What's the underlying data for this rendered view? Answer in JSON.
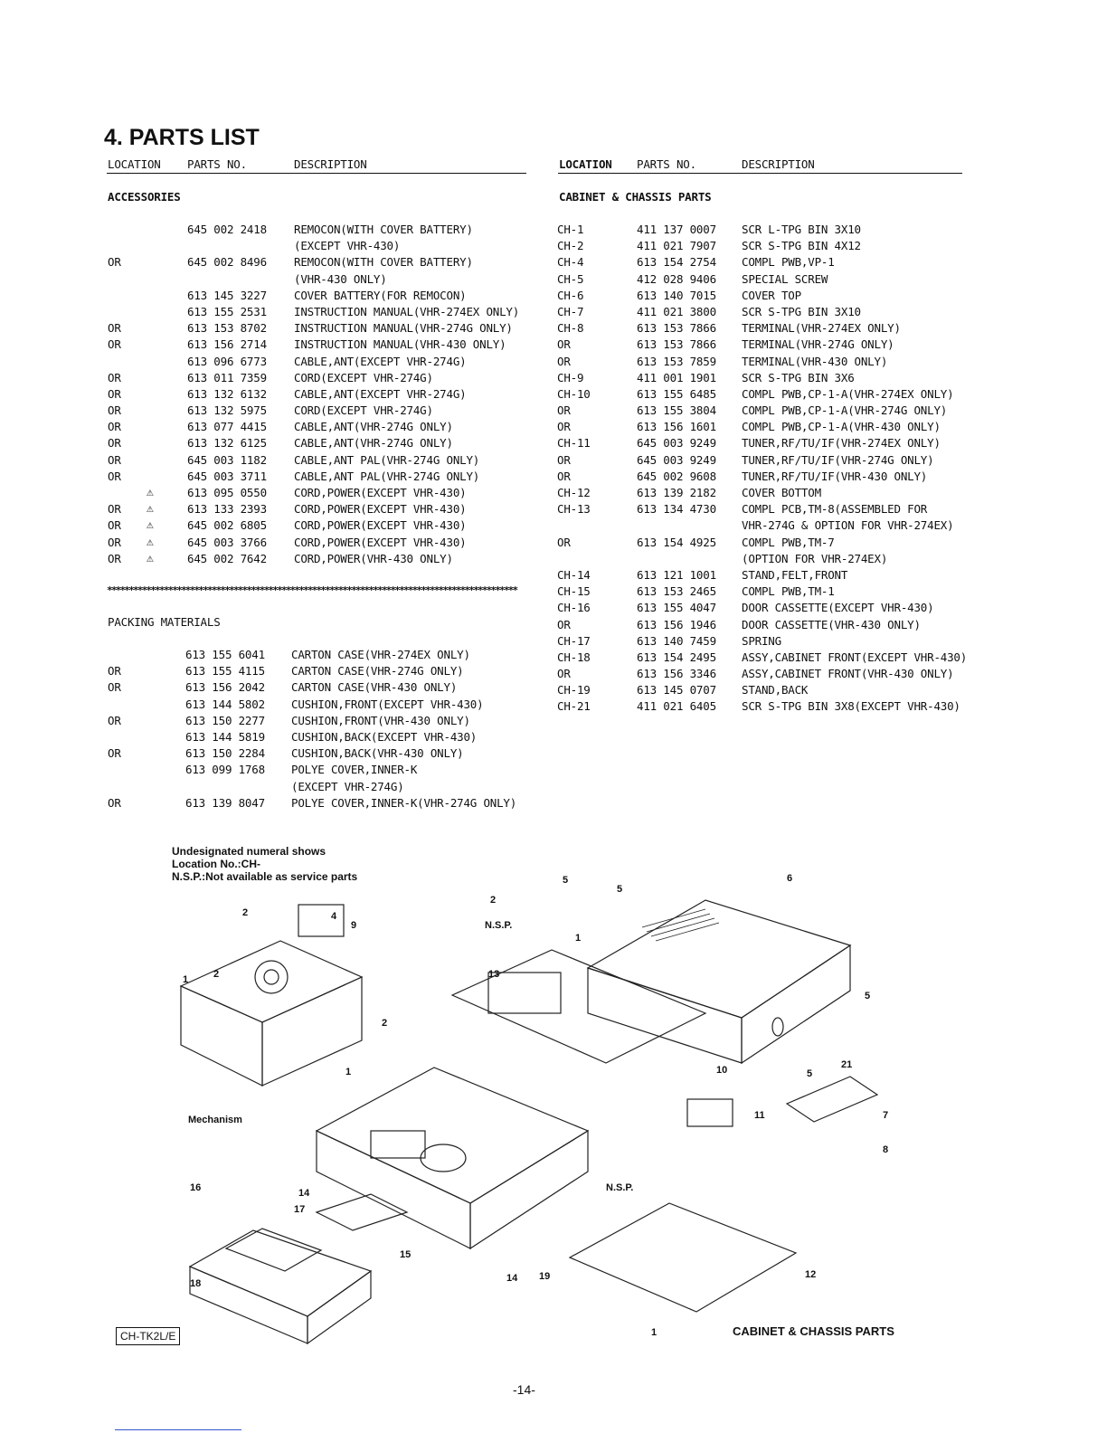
{
  "title": "4. PARTS LIST",
  "headers": {
    "left": {
      "location": "LOCATION",
      "parts_no": "PARTS NO.",
      "description": "DESCRIPTION"
    },
    "right": {
      "location": "LOCATION",
      "parts_no": "PARTS NO.",
      "description": "DESCRIPTION"
    }
  },
  "accessories": {
    "heading": "ACCESSORIES",
    "rows": [
      {
        "loc": "",
        "warn": "",
        "no": "645 002 2418",
        "desc": "REMOCON(WITH COVER BATTERY)"
      },
      {
        "loc": "",
        "warn": "",
        "no": "",
        "desc": "(EXCEPT VHR-430)"
      },
      {
        "loc": "OR",
        "warn": "",
        "no": "645 002 8496",
        "desc": "REMOCON(WITH COVER BATTERY)"
      },
      {
        "loc": "",
        "warn": "",
        "no": "",
        "desc": "(VHR-430 ONLY)"
      },
      {
        "loc": "",
        "warn": "",
        "no": "613 145 3227",
        "desc": "COVER BATTERY(FOR REMOCON)"
      },
      {
        "loc": "",
        "warn": "",
        "no": "613 155 2531",
        "desc": "INSTRUCTION MANUAL(VHR-274EX ONLY)"
      },
      {
        "loc": "OR",
        "warn": "",
        "no": "613 153 8702",
        "desc": "INSTRUCTION MANUAL(VHR-274G ONLY)"
      },
      {
        "loc": "OR",
        "warn": "",
        "no": "613 156 2714",
        "desc": "INSTRUCTION MANUAL(VHR-430 ONLY)"
      },
      {
        "loc": "",
        "warn": "",
        "no": "613 096 6773",
        "desc": "CABLE,ANT(EXCEPT VHR-274G)"
      },
      {
        "loc": "OR",
        "warn": "",
        "no": "613 011 7359",
        "desc": "CORD(EXCEPT VHR-274G)"
      },
      {
        "loc": "OR",
        "warn": "",
        "no": "613 132 6132",
        "desc": "CABLE,ANT(EXCEPT VHR-274G)"
      },
      {
        "loc": "OR",
        "warn": "",
        "no": "613 132 5975",
        "desc": "CORD(EXCEPT VHR-274G)"
      },
      {
        "loc": "OR",
        "warn": "",
        "no": "613 077 4415",
        "desc": "CABLE,ANT(VHR-274G ONLY)"
      },
      {
        "loc": "OR",
        "warn": "",
        "no": "613 132 6125",
        "desc": "CABLE,ANT(VHR-274G ONLY)"
      },
      {
        "loc": "OR",
        "warn": "",
        "no": "645 003 1182",
        "desc": "CABLE,ANT PAL(VHR-274G ONLY)"
      },
      {
        "loc": "OR",
        "warn": "",
        "no": "645 003 3711",
        "desc": "CABLE,ANT PAL(VHR-274G ONLY)"
      },
      {
        "loc": "",
        "warn": "⚠",
        "no": "613 095 0550",
        "desc": "CORD,POWER(EXCEPT VHR-430)"
      },
      {
        "loc": "OR",
        "warn": "⚠",
        "no": "613 133 2393",
        "desc": "CORD,POWER(EXCEPT VHR-430)"
      },
      {
        "loc": "OR",
        "warn": "⚠",
        "no": "645 002 6805",
        "desc": "CORD,POWER(EXCEPT VHR-430)"
      },
      {
        "loc": "OR",
        "warn": "⚠",
        "no": "645 003 3766",
        "desc": "CORD,POWER(EXCEPT VHR-430)"
      },
      {
        "loc": "OR",
        "warn": "⚠",
        "no": "645 002 7642",
        "desc": "CORD,POWER(VHR-430 ONLY)"
      }
    ]
  },
  "separator": "**********************************************************************************************",
  "packing": {
    "heading": "PACKING MATERIALS",
    "rows": [
      {
        "loc": "",
        "no": "613 155 6041",
        "desc": "CARTON CASE(VHR-274EX ONLY)"
      },
      {
        "loc": "OR",
        "no": "613 155 4115",
        "desc": "CARTON CASE(VHR-274G ONLY)"
      },
      {
        "loc": "OR",
        "no": "613 156 2042",
        "desc": "CARTON CASE(VHR-430 ONLY)"
      },
      {
        "loc": "",
        "no": "613 144 5802",
        "desc": "CUSHION,FRONT(EXCEPT VHR-430)"
      },
      {
        "loc": "OR",
        "no": "613 150 2277",
        "desc": "CUSHION,FRONT(VHR-430 ONLY)"
      },
      {
        "loc": "",
        "no": "613 144 5819",
        "desc": "CUSHION,BACK(EXCEPT VHR-430)"
      },
      {
        "loc": "OR",
        "no": "613 150 2284",
        "desc": "CUSHION,BACK(VHR-430 ONLY)"
      },
      {
        "loc": "",
        "no": "613 099 1768",
        "desc": "POLYE COVER,INNER-K"
      },
      {
        "loc": "",
        "no": "",
        "desc": "(EXCEPT VHR-274G)"
      },
      {
        "loc": "OR",
        "no": "613 139 8047",
        "desc": "POLYE COVER,INNER-K(VHR-274G ONLY)"
      }
    ]
  },
  "cabinet": {
    "heading": "CABINET & CHASSIS PARTS",
    "rows": [
      {
        "loc": "CH-1",
        "no": "411 137 0007",
        "desc": "SCR L-TPG BIN 3X10"
      },
      {
        "loc": "CH-2",
        "no": "411 021 7907",
        "desc": "SCR S-TPG BIN 4X12"
      },
      {
        "loc": "CH-4",
        "no": "613 154 2754",
        "desc": "COMPL PWB,VP-1"
      },
      {
        "loc": "CH-5",
        "no": "412 028 9406",
        "desc": "SPECIAL SCREW"
      },
      {
        "loc": "CH-6",
        "no": "613 140 7015",
        "desc": "COVER TOP"
      },
      {
        "loc": "CH-7",
        "no": "411 021 3800",
        "desc": "SCR S-TPG BIN 3X10"
      },
      {
        "loc": "CH-8",
        "no": "613 153 7866",
        "desc": "TERMINAL(VHR-274EX ONLY)"
      },
      {
        "loc": "OR",
        "no": "613 153 7866",
        "desc": "TERMINAL(VHR-274G ONLY)"
      },
      {
        "loc": "OR",
        "no": "613 153 7859",
        "desc": "TERMINAL(VHR-430 ONLY)"
      },
      {
        "loc": "CH-9",
        "no": "411 001 1901",
        "desc": "SCR S-TPG BIN 3X6"
      },
      {
        "loc": "CH-10",
        "no": "613 155 6485",
        "desc": "COMPL PWB,CP-1-A(VHR-274EX ONLY)"
      },
      {
        "loc": "OR",
        "no": "613 155 3804",
        "desc": "COMPL PWB,CP-1-A(VHR-274G ONLY)"
      },
      {
        "loc": "OR",
        "no": "613 156 1601",
        "desc": "COMPL PWB,CP-1-A(VHR-430 ONLY)"
      },
      {
        "loc": "CH-11",
        "no": "645 003 9249",
        "desc": "TUNER,RF/TU/IF(VHR-274EX ONLY)"
      },
      {
        "loc": "OR",
        "no": "645 003 9249",
        "desc": "TUNER,RF/TU/IF(VHR-274G ONLY)"
      },
      {
        "loc": "OR",
        "no": "645 002 9608",
        "desc": "TUNER,RF/TU/IF(VHR-430 ONLY)"
      },
      {
        "loc": "CH-12",
        "no": "613 139 2182",
        "desc": "COVER BOTTOM"
      },
      {
        "loc": "CH-13",
        "no": "613 134 4730",
        "desc": "COMPL PCB,TM-8(ASSEMBLED FOR"
      },
      {
        "loc": "",
        "no": "",
        "desc": "VHR-274G & OPTION FOR VHR-274EX)"
      },
      {
        "loc": "OR",
        "no": "613 154 4925",
        "desc": "COMPL PWB,TM-7"
      },
      {
        "loc": "",
        "no": "",
        "desc": "(OPTION FOR VHR-274EX)"
      },
      {
        "loc": "CH-14",
        "no": "613 121 1001",
        "desc": "STAND,FELT,FRONT"
      },
      {
        "loc": "CH-15",
        "no": "613 153 2465",
        "desc": "COMPL PWB,TM-1"
      },
      {
        "loc": "CH-16",
        "no": "613 155 4047",
        "desc": "DOOR CASSETTE(EXCEPT VHR-430)"
      },
      {
        "loc": "OR",
        "no": "613 156 1946",
        "desc": "DOOR CASSETTE(VHR-430 ONLY)"
      },
      {
        "loc": "CH-17",
        "no": "613 140 7459",
        "desc": "SPRING"
      },
      {
        "loc": "CH-18",
        "no": "613 154 2495",
        "desc": "ASSY,CABINET FRONT(EXCEPT VHR-430)"
      },
      {
        "loc": "OR",
        "no": "613 156 3346",
        "desc": "ASSY,CABINET FRONT(VHR-430 ONLY)"
      },
      {
        "loc": "CH-19",
        "no": "613 145 0707",
        "desc": "STAND,BACK"
      },
      {
        "loc": "CH-21",
        "no": "411 021 6405",
        "desc": "SCR S-TPG BIN 3X8(EXCEPT VHR-430)"
      }
    ]
  },
  "diagram_note": {
    "line1": "Undesignated numeral shows",
    "line2": "Location No.:CH-",
    "line3": "N.S.P.:Not available as service parts"
  },
  "diagram_labels": {
    "mechanism": "Mechanism",
    "nsp": "N.S.P.",
    "nsp2": "N.S.P."
  },
  "model_tag": "CH-TK2L/E",
  "caption": "CABINET & CHASSIS PARTS",
  "page_number": "-14-"
}
